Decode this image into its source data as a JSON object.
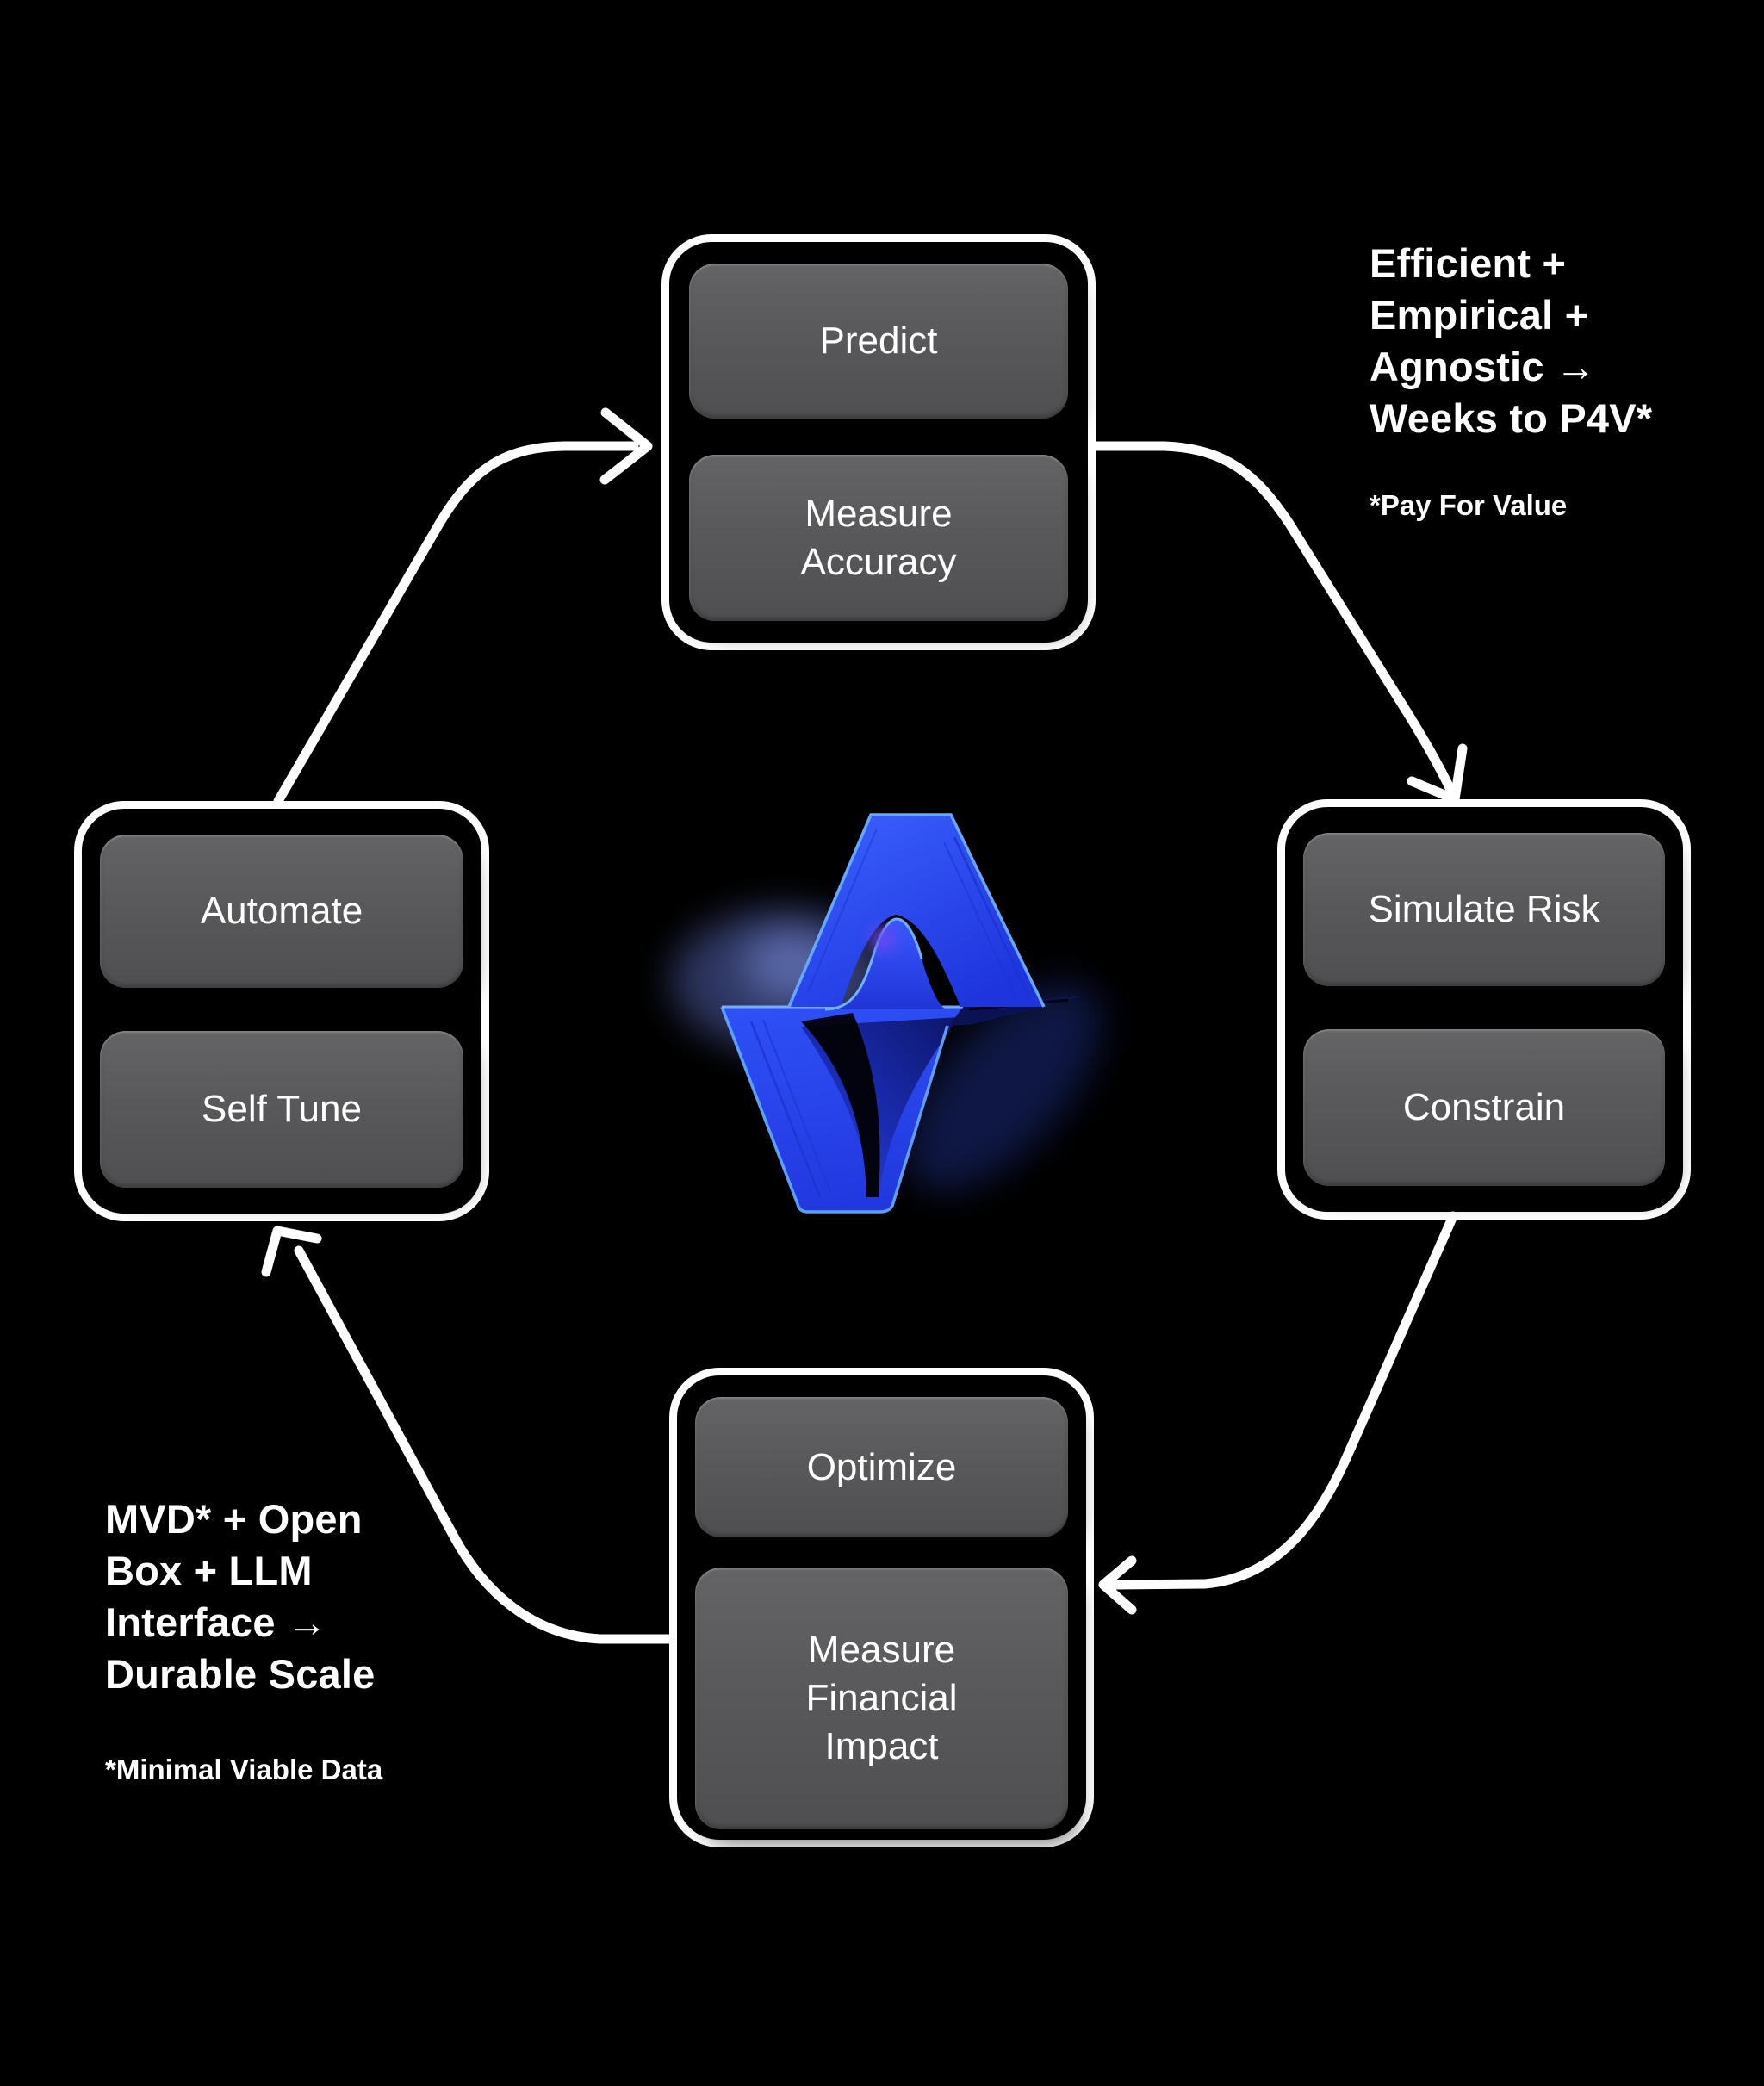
{
  "colors": {
    "background": "#000000",
    "panel_border": "#ffffff",
    "pill_fill": "#58585a",
    "pill_text": "#ffffff",
    "arrow": "#ffffff",
    "logo_primary": "#2b50f2",
    "logo_highlight": "#66a8ff",
    "logo_shadow": "#0d1870",
    "logo_accent_purple": "#6a48f0"
  },
  "panels": {
    "top": {
      "buttons": [
        "Predict",
        "Measure\nAccuracy"
      ]
    },
    "right": {
      "buttons": [
        "Simulate Risk",
        "Constrain"
      ]
    },
    "bottom": {
      "buttons": [
        "Optimize",
        "Measure\nFinancial\nImpact"
      ]
    },
    "left": {
      "buttons": [
        "Automate",
        "Self Tune"
      ]
    }
  },
  "annotations": {
    "top_right": {
      "text": "Efficient +\nEmpirical +\nAgnostic →\nWeeks to P4V*",
      "footnote": "*Pay For Value"
    },
    "bottom_left": {
      "text": "MVD* + Open\nBox + LLM\nInterface →\nDurable Scale",
      "footnote": "*Minimal Viable Data"
    }
  },
  "logo": {
    "name": "blue-3d-wave-mark"
  }
}
